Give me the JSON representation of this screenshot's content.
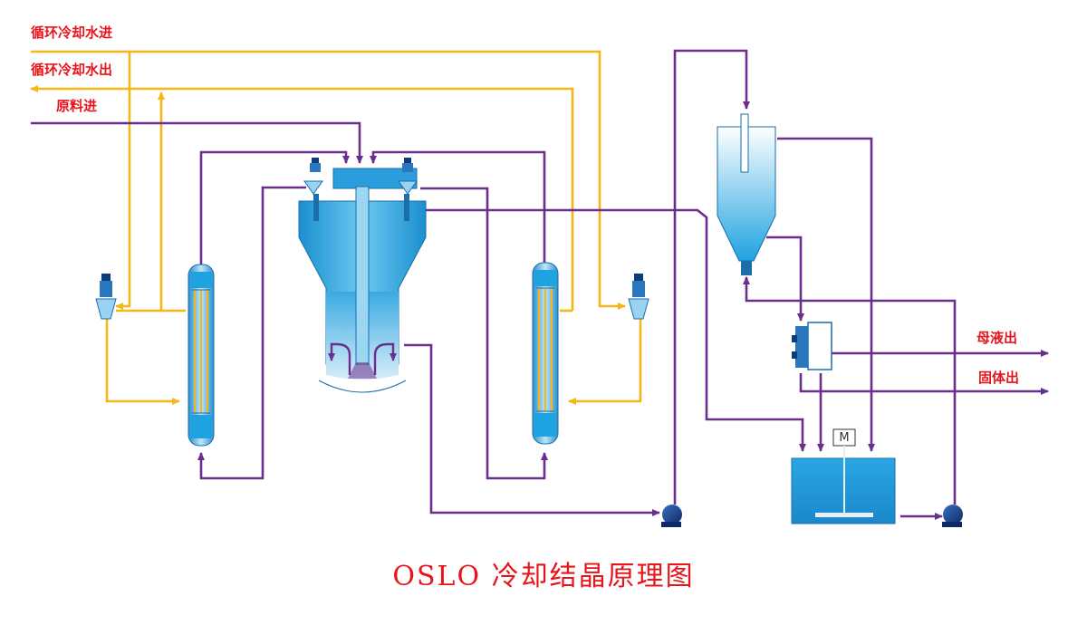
{
  "labels": {
    "cooling_in": "循环冷却水进",
    "cooling_out": "循环冷却水出",
    "feed_in": "原料进",
    "mother_liquor_out": "母液出",
    "solid_out": "固体出"
  },
  "caption": "OSLO 冷却结晶原理图",
  "motor_label": "M",
  "colors": {
    "cooling_line": "#f5b617",
    "process_line": "#6a2e8c",
    "vessel_blue": "#1ea3e0",
    "vessel_light": "#bfe6f7",
    "label_red": "#e8141b"
  }
}
